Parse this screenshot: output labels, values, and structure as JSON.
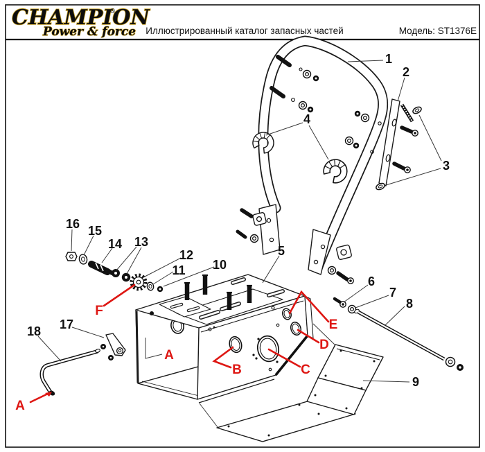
{
  "header": {
    "logo": {
      "brand": "CHAMPION",
      "registered": "®",
      "tagline": "Power & force"
    },
    "title": "Иллюстрированный каталог запасных частей",
    "model": "Модель: ST1376E"
  },
  "colors": {
    "accent_red": "#de1713",
    "logo_gold": "#c9a227",
    "ink": "#1a1a1a"
  },
  "diagram": {
    "kind": "exploded-parts-view",
    "callouts": [
      {
        "label": "1"
      },
      {
        "label": "2"
      },
      {
        "label": "3"
      },
      {
        "label": "4"
      },
      {
        "label": "5"
      },
      {
        "label": "6"
      },
      {
        "label": "7"
      },
      {
        "label": "8"
      },
      {
        "label": "9"
      },
      {
        "label": "10"
      },
      {
        "label": "11"
      },
      {
        "label": "12"
      },
      {
        "label": "13"
      },
      {
        "label": "14"
      },
      {
        "label": "15"
      },
      {
        "label": "16"
      },
      {
        "label": "17"
      },
      {
        "label": "18"
      }
    ],
    "ref_letters": [
      {
        "label": "A"
      },
      {
        "label": "A"
      },
      {
        "label": "B"
      },
      {
        "label": "C"
      },
      {
        "label": "D"
      },
      {
        "label": "E"
      },
      {
        "label": "F"
      }
    ]
  }
}
